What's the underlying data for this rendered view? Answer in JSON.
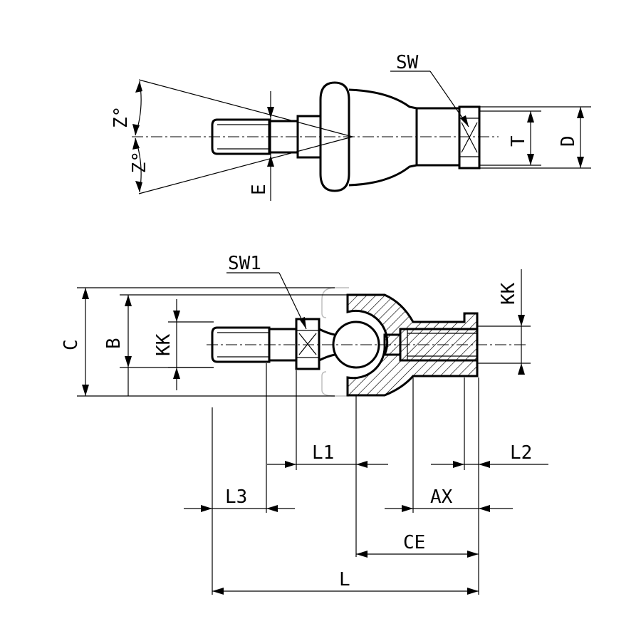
{
  "labels": {
    "sw": "SW",
    "sw1": "SW1",
    "z_upper": "Z°",
    "z_lower": "Z°",
    "e": "E",
    "t": "T",
    "d": "D",
    "c": "C",
    "b": "B",
    "kk_left": "KK",
    "kk_right": "KK",
    "l1": "L1",
    "l2": "L2",
    "l3": "L3",
    "ax": "AX",
    "ce": "CE",
    "l": "L"
  }
}
